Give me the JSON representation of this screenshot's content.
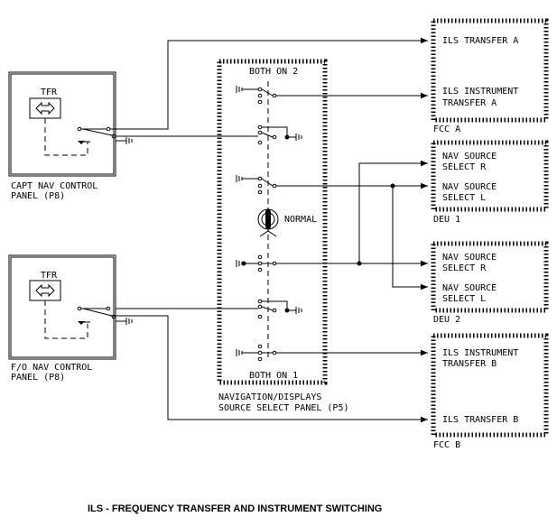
{
  "diagram": {
    "title": "ILS - FREQUENCY TRANSFER AND INSTRUMENT SWITCHING",
    "capt_panel": {
      "tfr_label": "TFR",
      "label_line1": "CAPT NAV CONTROL",
      "label_line2": "PANEL (P8)"
    },
    "fo_panel": {
      "tfr_label": "TFR",
      "label_line1": "F/O NAV CONTROL",
      "label_line2": "PANEL (P8)"
    },
    "source_select_panel": {
      "top_label": "BOTH ON 2",
      "switch_label": "NORMAL",
      "bottom_label": "BOTH ON 1",
      "label_line1": "NAVIGATION/DISPLAYS",
      "label_line2": "SOURCE SELECT PANEL (P5)"
    },
    "fcc_a": {
      "line1": "ILS TRANSFER A",
      "line2": "ILS INSTRUMENT",
      "line3": "TRANSFER A",
      "name": "FCC A"
    },
    "deu_1": {
      "line1": "NAV SOURCE",
      "line2": "SELECT R",
      "line3": "NAV SOURCE",
      "line4": "SELECT L",
      "name": "DEU 1"
    },
    "deu_2": {
      "line1": "NAV SOURCE",
      "line2": "SELECT R",
      "line3": "NAV SOURCE",
      "line4": "SELECT L",
      "name": "DEU 2"
    },
    "fcc_b": {
      "line1": "ILS INSTRUMENT",
      "line2": "TRANSFER B",
      "line3": "ILS TRANSFER B",
      "name": "FCC B"
    }
  }
}
